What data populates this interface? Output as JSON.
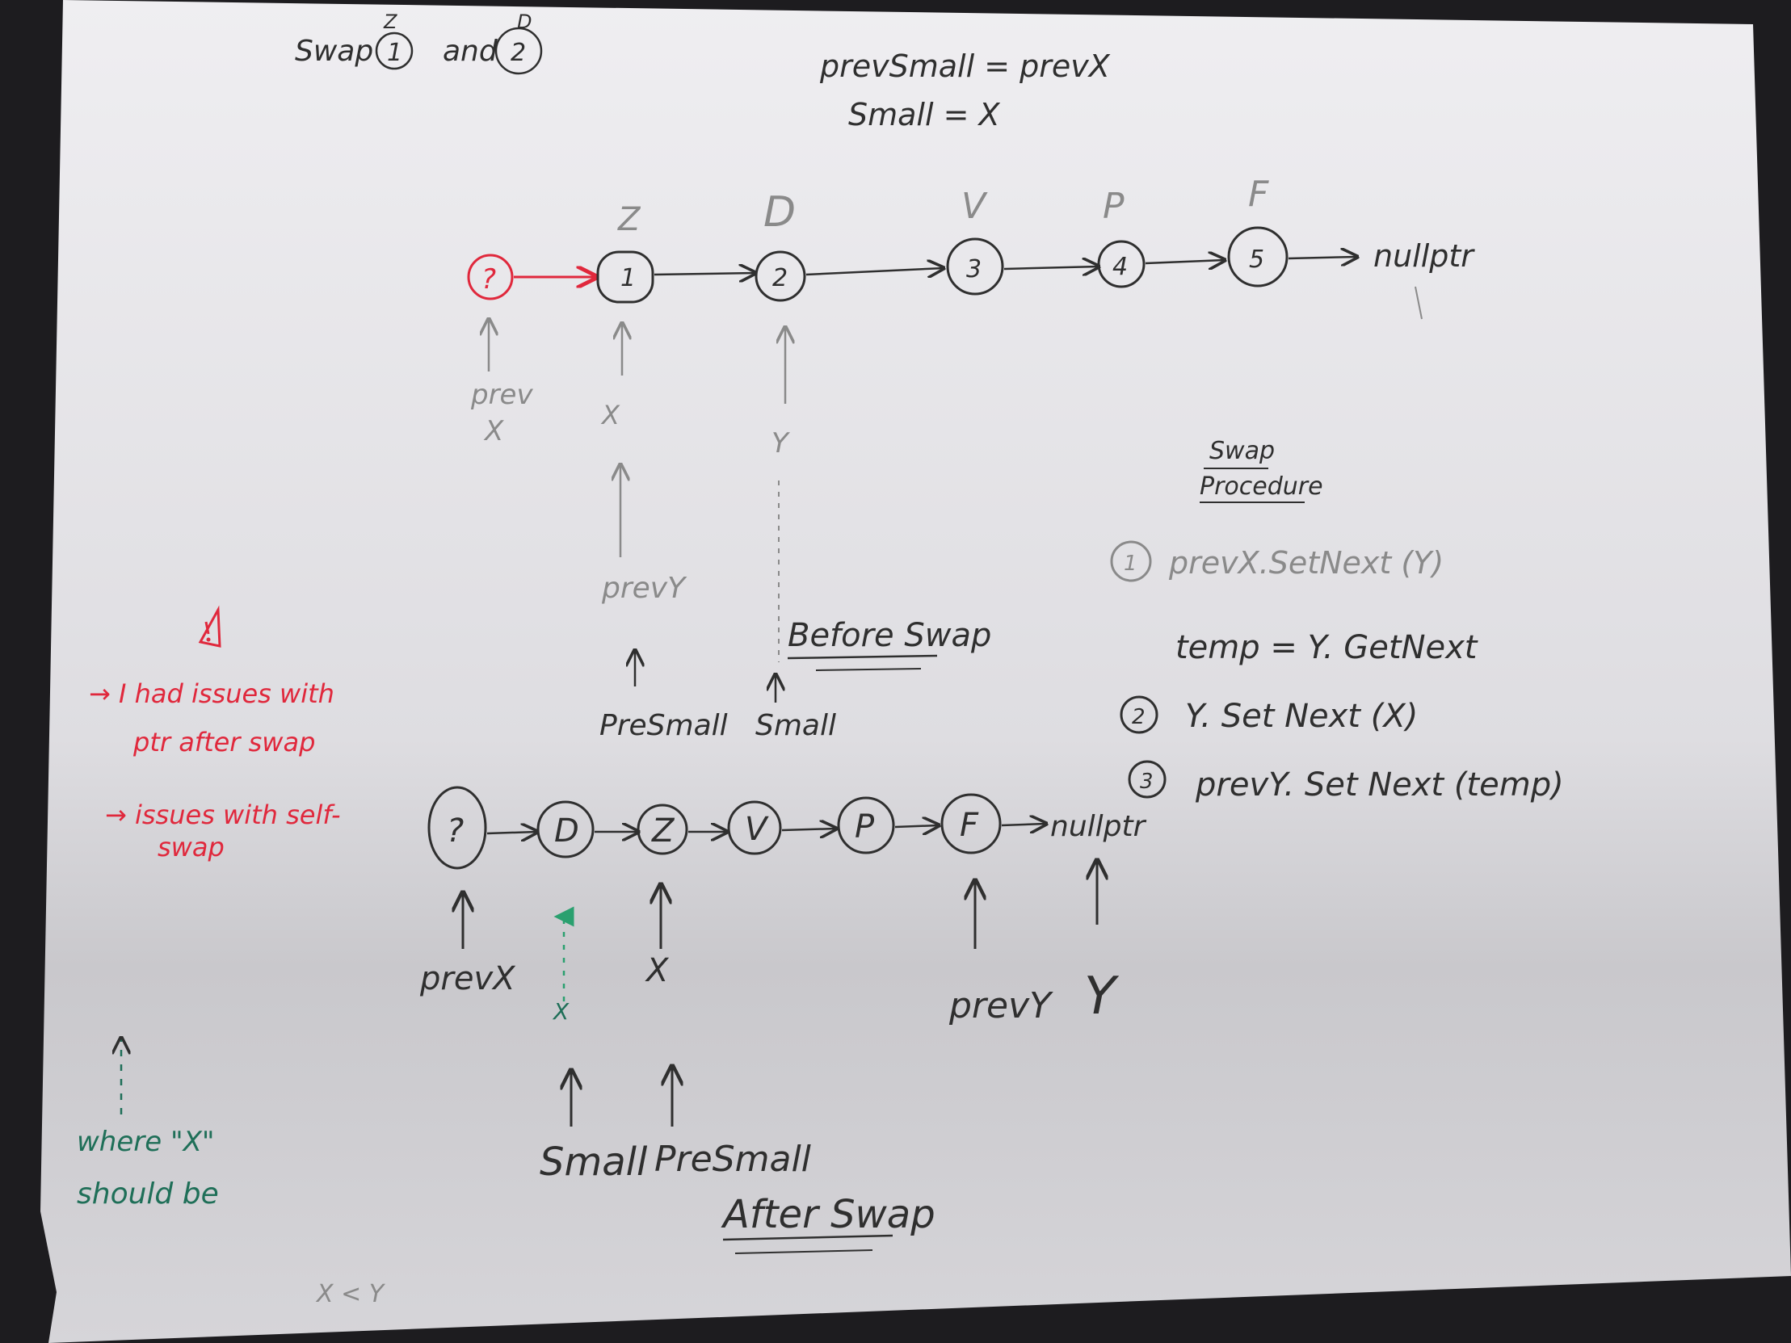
{
  "header": {
    "swap_word": "Swap",
    "swap_first": "1",
    "swap_first_letter": "Z",
    "and_word": "and",
    "swap_second": "2",
    "swap_second_letter": "D",
    "eq1": "prevSmall = prevX",
    "eq2": "Small = X"
  },
  "before": {
    "letters": [
      "Z",
      "D",
      "V",
      "P",
      "F"
    ],
    "head_node": "?",
    "nodes": [
      "1",
      "2",
      "3",
      "4",
      "5"
    ],
    "tail": "nullptr",
    "pointers": {
      "prevX_1": "prev",
      "prevX_2": "X",
      "x": "X",
      "y": "Y",
      "prevY": "prevY",
      "prevSmall": "PreSmall",
      "small": "Small"
    },
    "label": "Before Swap"
  },
  "procedure": {
    "title_1": "Swap",
    "title_2": "Procedure",
    "steps": [
      {
        "num": "1",
        "text": "prevX.SetNext (Y)"
      },
      {
        "num": "",
        "text": "temp = Y. GetNext"
      },
      {
        "num": "2",
        "text": "Y. Set Next (X)"
      },
      {
        "num": "3",
        "text": "prevY. Set Next (temp)"
      }
    ]
  },
  "after": {
    "nodes": [
      "?",
      "D",
      "Z",
      "V",
      "P",
      "F"
    ],
    "tail": "nullptr",
    "pointers": {
      "prevX": "prevX",
      "x": "X",
      "x_should": "X",
      "prevY": "prevY",
      "y": "Y",
      "small": "Small",
      "prevSmall": "PreSmall"
    },
    "label": "After Swap"
  },
  "notes": {
    "warning_icon": "warning-triangle-icon",
    "issue_1a": "→ I had issues with",
    "issue_1b": "ptr after swap",
    "issue_2a": "→ issues with self-",
    "issue_2b": "swap",
    "where_1": "where \"X\"",
    "where_2": "should be",
    "bottom_note": "X < Y"
  },
  "colors": {
    "paper": "#e4e3e6",
    "pencil": "#2f2f2f",
    "red": "#e0283c",
    "teal": "#1f6f58",
    "green_arrow": "#2aa06f"
  }
}
